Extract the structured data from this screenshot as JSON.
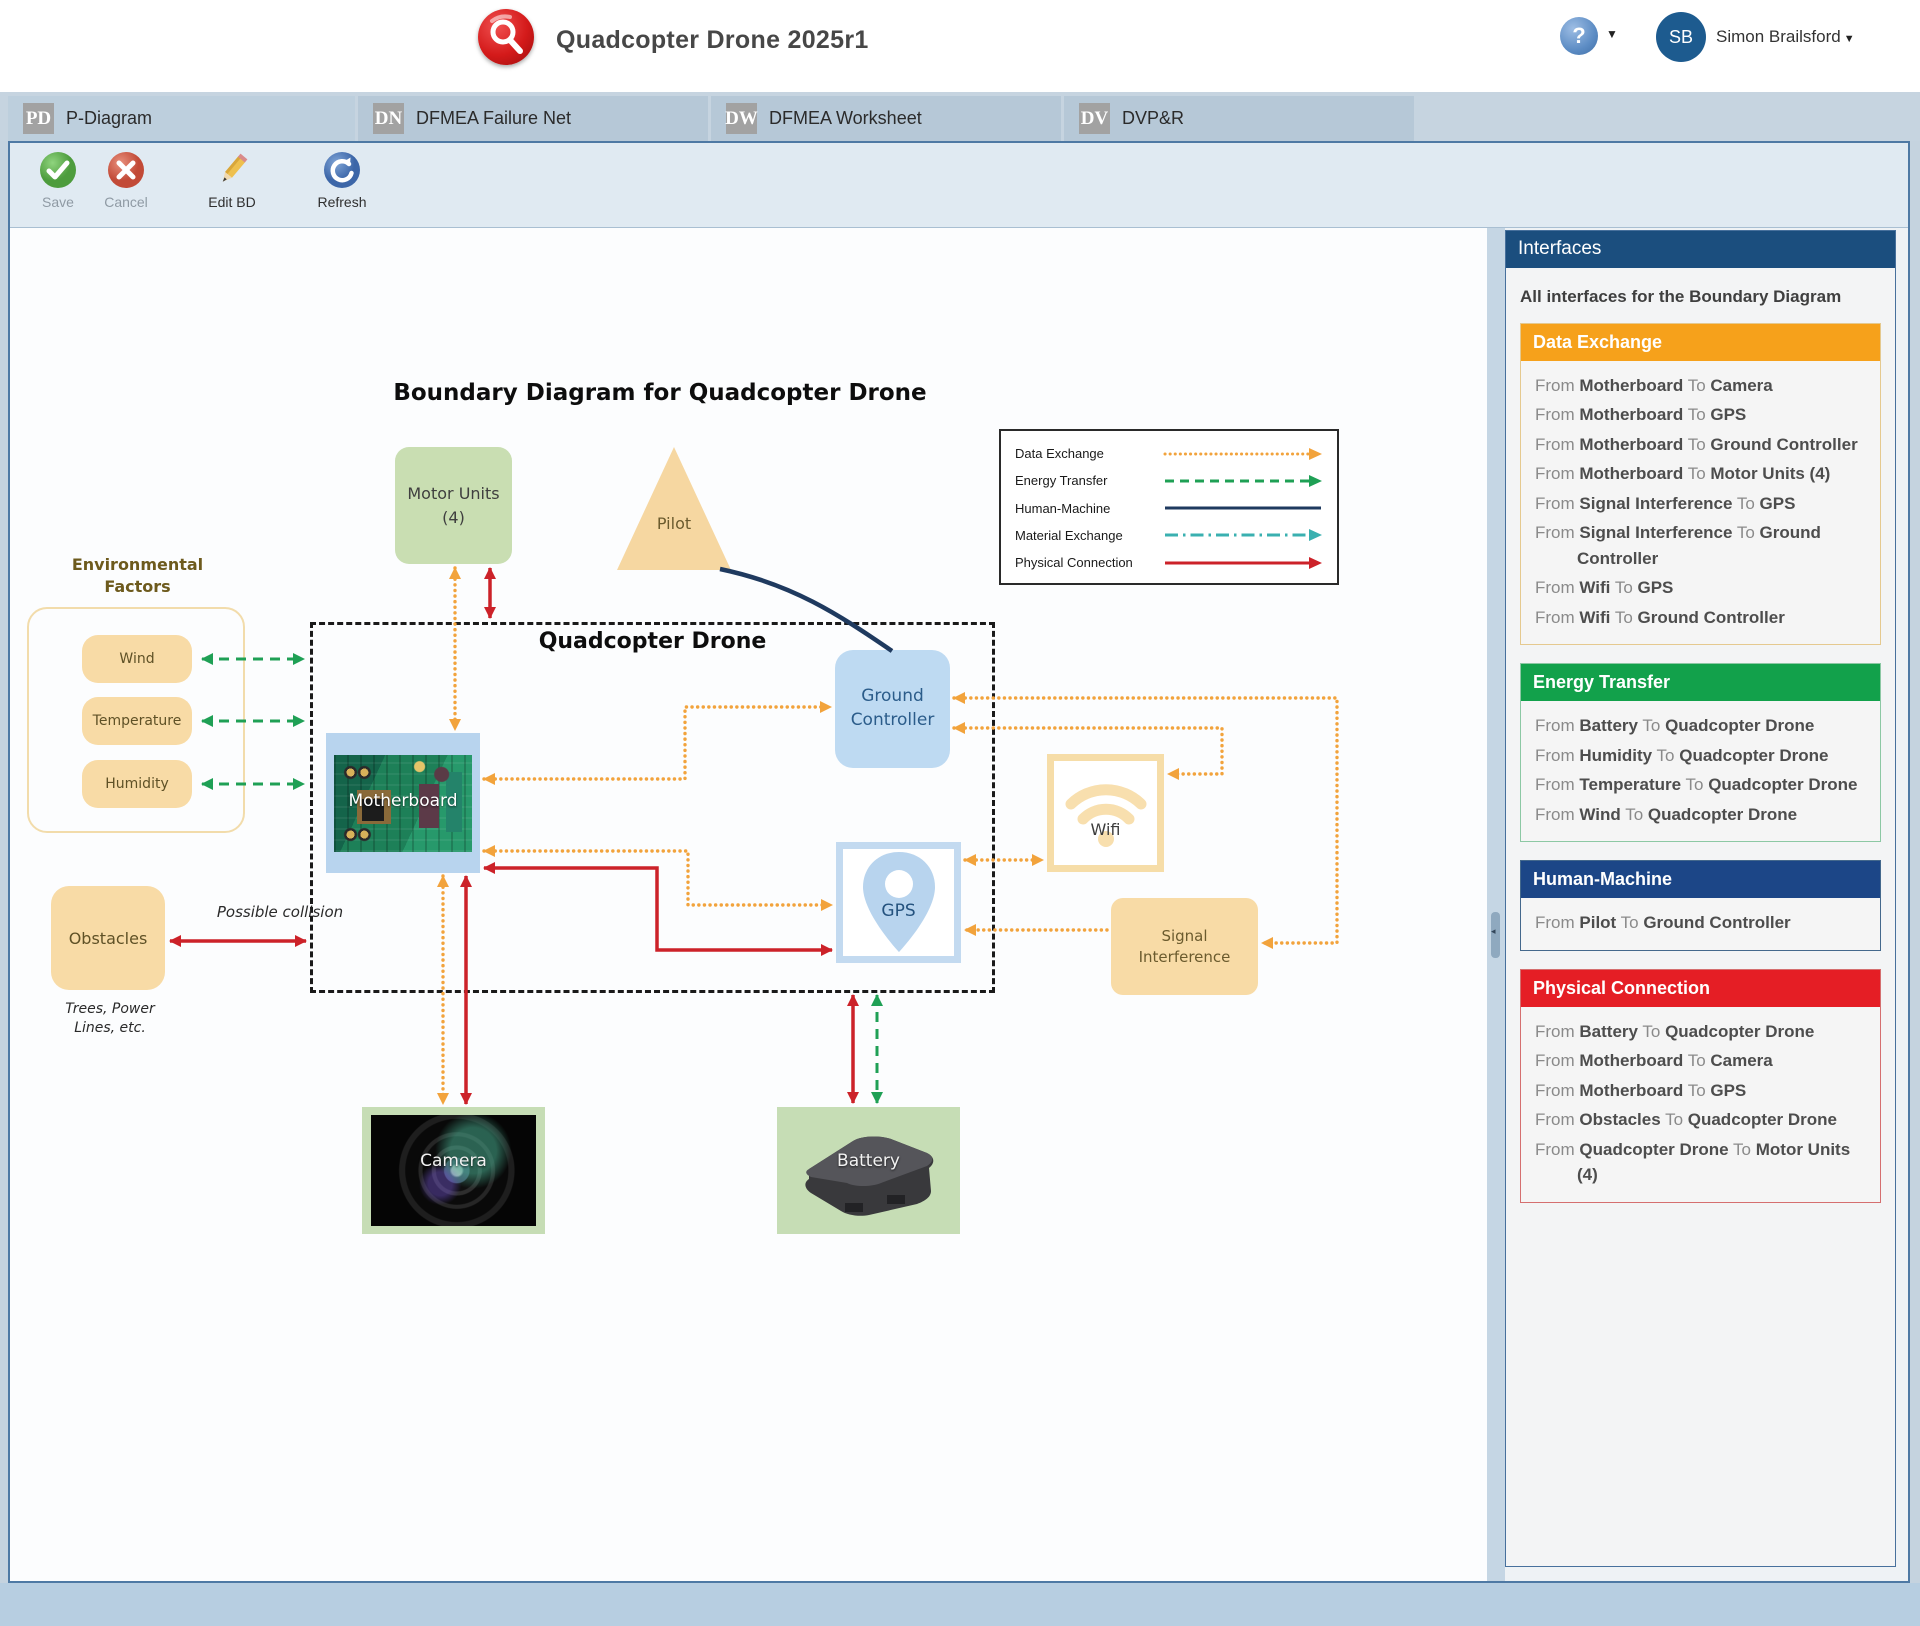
{
  "header": {
    "app_title": "Quadcopter Drone 2025r1",
    "help_glyph": "?",
    "user_initials": "SB",
    "user_name": "Simon Brailsford"
  },
  "tabs": [
    {
      "badge": "PD",
      "label": "P-Diagram",
      "active": true
    },
    {
      "badge": "DN",
      "label": "DFMEA Failure Net",
      "active": false
    },
    {
      "badge": "DW",
      "label": "DFMEA Worksheet",
      "active": false
    },
    {
      "badge": "DV",
      "label": "DVP&R",
      "active": false
    }
  ],
  "toolbar": {
    "save_label": "Save",
    "cancel_label": "Cancel",
    "edit_bd_label": "Edit BD",
    "refresh_label": "Refresh"
  },
  "diagram": {
    "title": "Boundary Diagram for Quadcopter Drone",
    "system_label": "Quadcopter Drone",
    "env_group_label": "Environmental\nFactors",
    "nodes": {
      "motor_units": "Motor Units\n(4)",
      "pilot": "Pilot",
      "wind": "Wind",
      "temperature": "Temperature",
      "humidity": "Humidity",
      "motherboard": "Motherboard",
      "ground_controller": "Ground Controller",
      "wifi": "Wifi",
      "gps": "GPS",
      "signal_interference": "Signal Interference",
      "obstacles": "Obstacles",
      "camera": "Camera",
      "battery": "Battery"
    },
    "annotations": {
      "possible_collision": "Possible collision",
      "obstacles_note": "Trees, Power\nLines, etc."
    },
    "legend": [
      {
        "label": "Data Exchange",
        "style": "dotted",
        "color": "#f2a33c",
        "arrow": true
      },
      {
        "label": "Energy Transfer",
        "style": "dashed",
        "color": "#1fa055",
        "arrow": true
      },
      {
        "label": "Human-Machine",
        "style": "solid",
        "color": "#1f3a5f",
        "arrow": false
      },
      {
        "label": "Material Exchange",
        "style": "dashdot",
        "color": "#3ab0b0",
        "arrow": true
      },
      {
        "label": "Physical Connection",
        "style": "solid",
        "color": "#cc2229",
        "arrow": true
      }
    ]
  },
  "sidebar": {
    "title": "Interfaces",
    "subtitle": "All interfaces for the Boundary Diagram",
    "sections": [
      {
        "title": "Data Exchange",
        "header_color": "#F6A11B",
        "border_color": "#e5c98f",
        "items": [
          {
            "from": "Motherboard",
            "to": "Camera"
          },
          {
            "from": "Motherboard",
            "to": "GPS"
          },
          {
            "from": "Motherboard",
            "to": "Ground Controller"
          },
          {
            "from": "Motherboard",
            "to": "Motor Units (4)"
          },
          {
            "from": "Signal Interference",
            "to": "GPS"
          },
          {
            "from": "Signal Interference",
            "to": "Ground Controller"
          },
          {
            "from": "Wifi",
            "to": "GPS"
          },
          {
            "from": "Wifi",
            "to": "Ground Controller"
          }
        ]
      },
      {
        "title": "Energy Transfer",
        "header_color": "#12A14B",
        "border_color": "#8cc8a4",
        "items": [
          {
            "from": "Battery",
            "to": "Quadcopter Drone"
          },
          {
            "from": "Humidity",
            "to": "Quadcopter Drone"
          },
          {
            "from": "Temperature",
            "to": "Quadcopter Drone"
          },
          {
            "from": "Wind",
            "to": "Quadcopter Drone"
          }
        ]
      },
      {
        "title": "Human-Machine",
        "header_color": "#1C4687",
        "border_color": "#44688c",
        "items": [
          {
            "from": "Pilot",
            "to": "Ground Controller"
          }
        ]
      },
      {
        "title": "Physical Connection",
        "header_color": "#E51E25",
        "border_color": "#d56f6f",
        "items": [
          {
            "from": "Battery",
            "to": "Quadcopter Drone"
          },
          {
            "from": "Motherboard",
            "to": "Camera"
          },
          {
            "from": "Motherboard",
            "to": "GPS"
          },
          {
            "from": "Obstacles",
            "to": "Quadcopter Drone"
          },
          {
            "from": "Quadcopter Drone",
            "to": "Motor Units (4)"
          }
        ]
      }
    ],
    "item_from_word": "From",
    "item_to_word": "To"
  }
}
